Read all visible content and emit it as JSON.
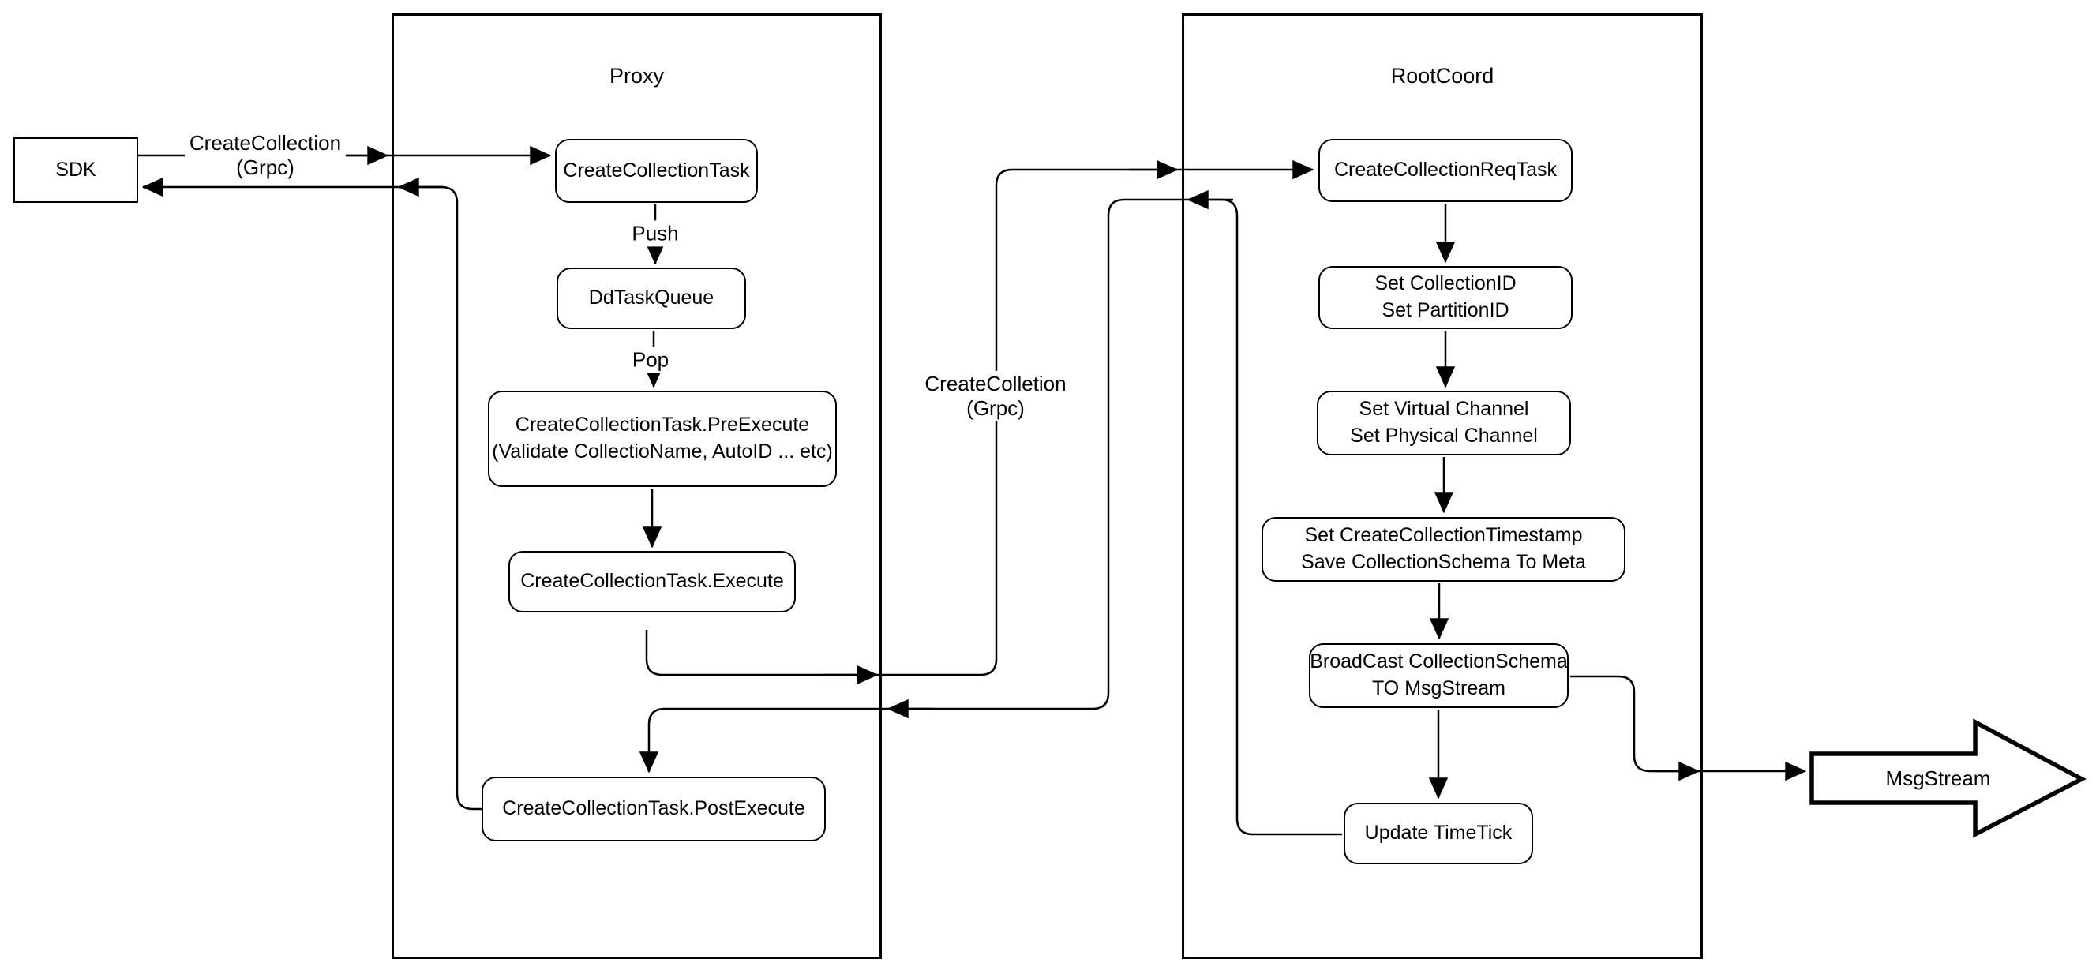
{
  "diagram": {
    "colors": {
      "background": "#ffffff",
      "stroke": "#000000",
      "text": "#000000"
    },
    "containers": {
      "proxy": {
        "title": "Proxy"
      },
      "rootcoord": {
        "title": "RootCoord"
      }
    },
    "nodes": {
      "sdk": {
        "label": "SDK"
      },
      "create_collection_task": {
        "label": "CreateCollectionTask"
      },
      "dd_task_queue": {
        "label": "DdTaskQueue"
      },
      "pre_execute": {
        "lines": [
          "CreateCollectionTask.PreExecute",
          "(Validate CollectioName, AutoID ... etc)"
        ]
      },
      "execute": {
        "label": "CreateCollectionTask.Execute"
      },
      "post_execute": {
        "label": "CreateCollectionTask.PostExecute"
      },
      "create_collection_req_task": {
        "label": "CreateCollectionReqTask"
      },
      "set_ids": {
        "lines": [
          "Set CollectionID",
          "Set PartitionID"
        ]
      },
      "set_channels": {
        "lines": [
          "Set Virtual Channel",
          "Set Physical Channel"
        ]
      },
      "set_timestamp_meta": {
        "lines": [
          "Set CreateCollectionTimestamp",
          "Save CollectionSchema To Meta"
        ]
      },
      "broadcast": {
        "lines": [
          "BroadCast CollectionSchema",
          "TO MsgStream"
        ]
      },
      "update_timetick": {
        "label": "Update TimeTick"
      },
      "msgstream": {
        "label": "MsgStream"
      }
    },
    "edge_labels": {
      "sdk_to_proxy": {
        "lines": [
          "CreateCollection",
          "(Grpc)"
        ]
      },
      "push": "Push",
      "pop": "Pop",
      "proxy_to_rootcoord": {
        "lines": [
          "CreateColletion",
          "(Grpc)"
        ]
      }
    },
    "edges": [
      {
        "from": "sdk",
        "to": "create_collection_task",
        "label": "CreateCollection (Grpc)"
      },
      {
        "from": "create_collection_task",
        "to": "dd_task_queue",
        "label": "Push"
      },
      {
        "from": "dd_task_queue",
        "to": "pre_execute",
        "label": "Pop"
      },
      {
        "from": "pre_execute",
        "to": "execute",
        "label": ""
      },
      {
        "from": "execute",
        "to": "create_collection_req_task",
        "label": "CreateColletion (Grpc)"
      },
      {
        "from": "create_collection_req_task",
        "to": "set_ids",
        "label": ""
      },
      {
        "from": "set_ids",
        "to": "set_channels",
        "label": ""
      },
      {
        "from": "set_channels",
        "to": "set_timestamp_meta",
        "label": ""
      },
      {
        "from": "set_timestamp_meta",
        "to": "broadcast",
        "label": ""
      },
      {
        "from": "broadcast",
        "to": "update_timetick",
        "label": ""
      },
      {
        "from": "broadcast",
        "to": "msgstream",
        "label": ""
      },
      {
        "from": "update_timetick",
        "to": "post_execute",
        "label": ""
      },
      {
        "from": "post_execute",
        "to": "sdk",
        "label": ""
      }
    ]
  }
}
